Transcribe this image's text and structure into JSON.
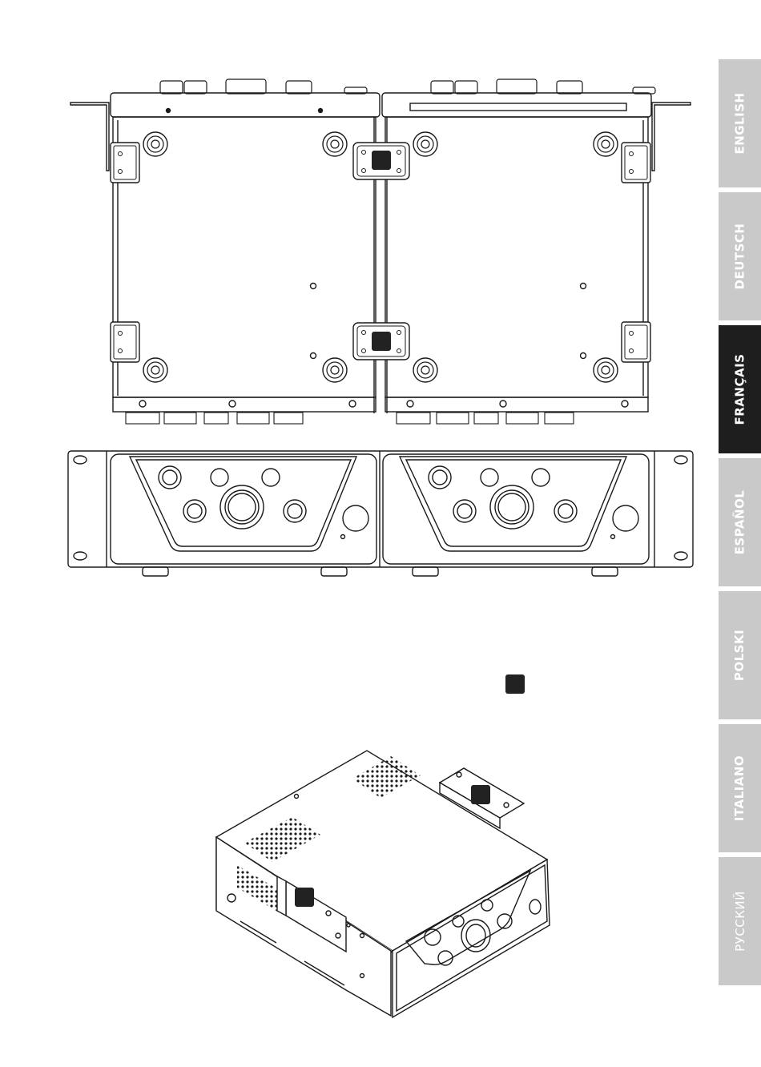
{
  "language_tabs": [
    {
      "label": "ENGLISH",
      "active": false
    },
    {
      "label": "DEUTSCH",
      "active": false
    },
    {
      "label": "FRANÇAIS",
      "active": true
    },
    {
      "label": "ESPAÑOL",
      "active": false
    },
    {
      "label": "POLSKI",
      "active": false
    },
    {
      "label": "ITALIANO",
      "active": false
    },
    {
      "label": "РУССКИЙ",
      "active": false
    }
  ],
  "colors": {
    "line": "#1a1a1a",
    "tab_inactive": "#c9c9c9",
    "tab_active": "#1e1e1e",
    "marker": "#222222"
  },
  "icons": [
    "rack-bracket-marker-icon"
  ]
}
